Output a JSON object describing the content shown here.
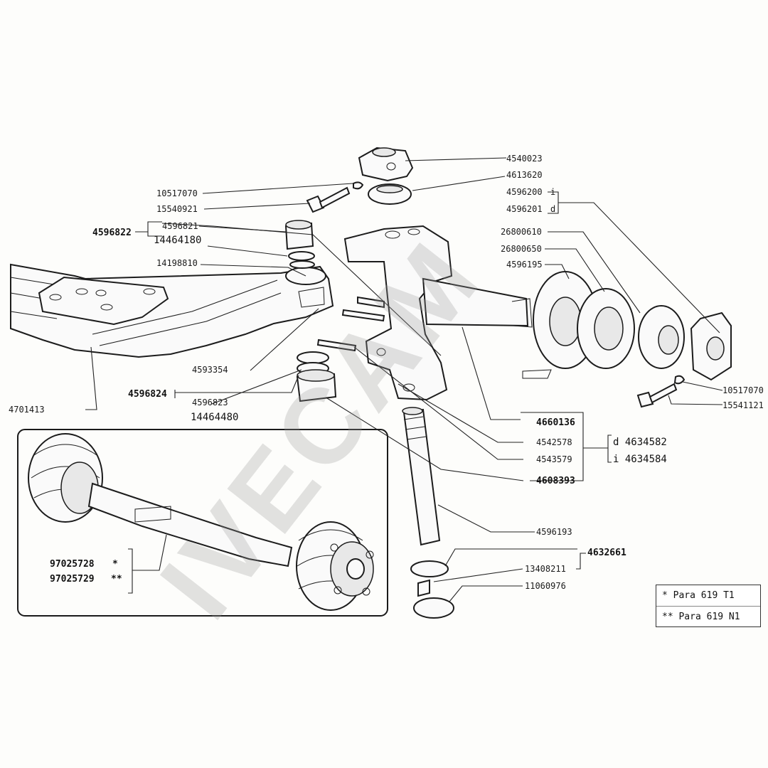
{
  "watermark": "IVECAM",
  "legend": [
    {
      "mark": "*",
      "text": "Para 619 T1"
    },
    {
      "mark": "**",
      "text": "Para 619 N1"
    }
  ],
  "labels": {
    "p4540023": "4540023",
    "p4613620": "4613620",
    "p10517070_top": "10517070",
    "p15540921": "15540921",
    "p4596822": "4596822",
    "p4596821": "4596821",
    "p14464180": "14464180",
    "p14198810": "14198810",
    "p4596200": "4596200",
    "p4596200_flag": "i",
    "p4596201": "4596201",
    "p4596201_flag": "d",
    "p26800610": "26800610",
    "p26800650": "26800650",
    "p4596195": "4596195",
    "p4593354": "4593354",
    "p4596824": "4596824",
    "p4596823": "4596823",
    "p14464480": "14464480",
    "p4701413": "4701413",
    "p10517070_right": "10517070",
    "p15541121": "15541121",
    "p4660136": "4660136",
    "p4542578": "4542578",
    "p4543579": "4543579",
    "p4634582": "d 4634582",
    "p4634584": "i 4634584",
    "p4608393": "4608393",
    "p4596193": "4596193",
    "p4632661": "4632661",
    "p13408211": "13408211",
    "p11060976": "11060976",
    "p97025728": "97025728",
    "p97025728_mark": "*",
    "p97025729": "97025729",
    "p97025729_mark": "**"
  }
}
